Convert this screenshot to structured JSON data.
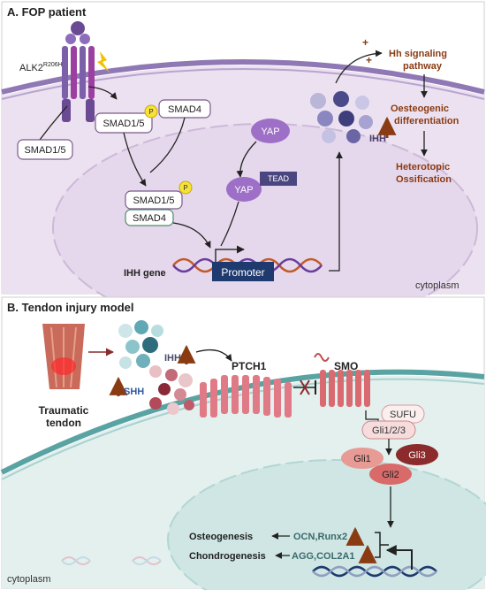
{
  "panel_a": {
    "title": "A. FOP patient",
    "receptor_label": "ALK2",
    "receptor_superscript": "R206H",
    "smad15_left": "SMAD1/5",
    "smad15_top": "SMAD1/5",
    "smad4_top": "SMAD4",
    "smad15_complex": "SMAD1/5",
    "smad4_complex": "SMAD4",
    "phospho": "P",
    "yap_top": "YAP",
    "yap_complex": "YAP",
    "tead": "TEAD",
    "ihh_gene": "IHH gene",
    "promoter": "Promoter",
    "ihh": "IHH",
    "hh_pathway_line1": "Hh signaling",
    "hh_pathway_line2": "pathway",
    "osteo_line1": "Oesteogenic",
    "osteo_line2": "differentiation",
    "hetero_line1": "Heterotopic",
    "hetero_line2": "Ossification",
    "plus": "+",
    "cytoplasm": "cytoplasm"
  },
  "panel_b": {
    "title": "B. Tendon injury model",
    "tendon_line1": "Traumatic",
    "tendon_line2": "tendon",
    "shh": "SHH",
    "ihh": "IHH",
    "ptch1": "PTCH1",
    "smo": "SMO",
    "sufu": "SUFU",
    "gli123": "Gli1/2/3",
    "gli1": "Gli1",
    "gli2": "Gli2",
    "gli3": "Gli3",
    "osteogenesis": "Osteogenesis",
    "chondrogenesis": "Chondrogenesis",
    "ocn_runx2": "OCN,Runx2",
    "agg_col2a1": "AGG,COL2A1",
    "cytoplasm": "cytoplasm"
  },
  "colors": {
    "panel_a_bg": "#efe7f2",
    "panel_b_bg": "#e8f3f1",
    "membrane_a": "#8a74b0",
    "membrane_b": "#5aa3a3",
    "accent_brown": "#8a3b12",
    "yap_purple": "#9d6fc7",
    "gli_red": "#d46a6a",
    "gli3_dark": "#8b2b2b"
  }
}
